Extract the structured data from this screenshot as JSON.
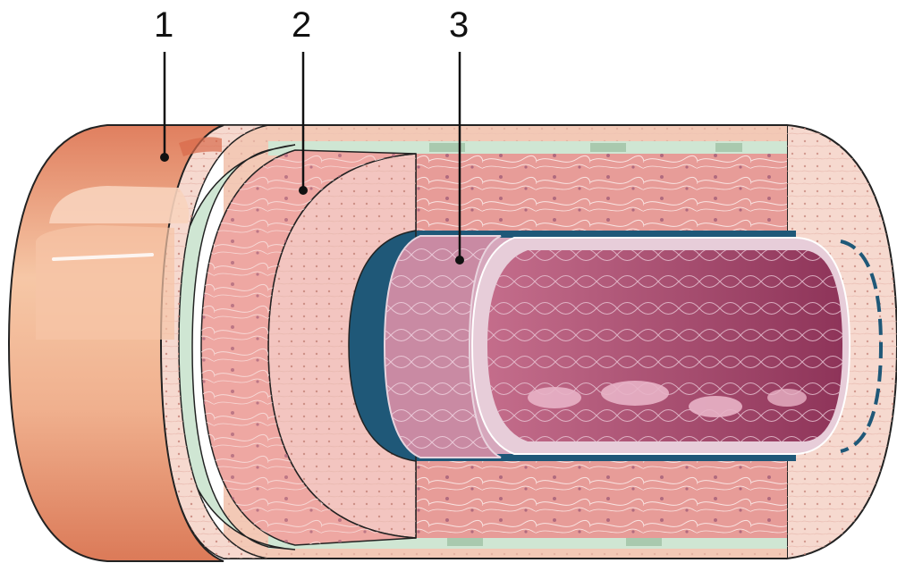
{
  "labels": [
    {
      "id": "layer-1",
      "text": "1"
    },
    {
      "id": "layer-2",
      "text": "2"
    },
    {
      "id": "layer-3",
      "text": "3"
    }
  ],
  "colors": {
    "outer_layer": "#e99a78",
    "outer_layer_highlight": "#f6c9ae",
    "connective_tissue": "#f3d4c7",
    "vessel_green": "#cfe6d3",
    "muscle_layer": "#e8a09c",
    "muscle_fibers": "#f7d6d4",
    "inner_lining": "#1f5878",
    "lumen": "#a04868",
    "lumen_light": "#c6738f",
    "endothelium": "#e3c7d3"
  }
}
